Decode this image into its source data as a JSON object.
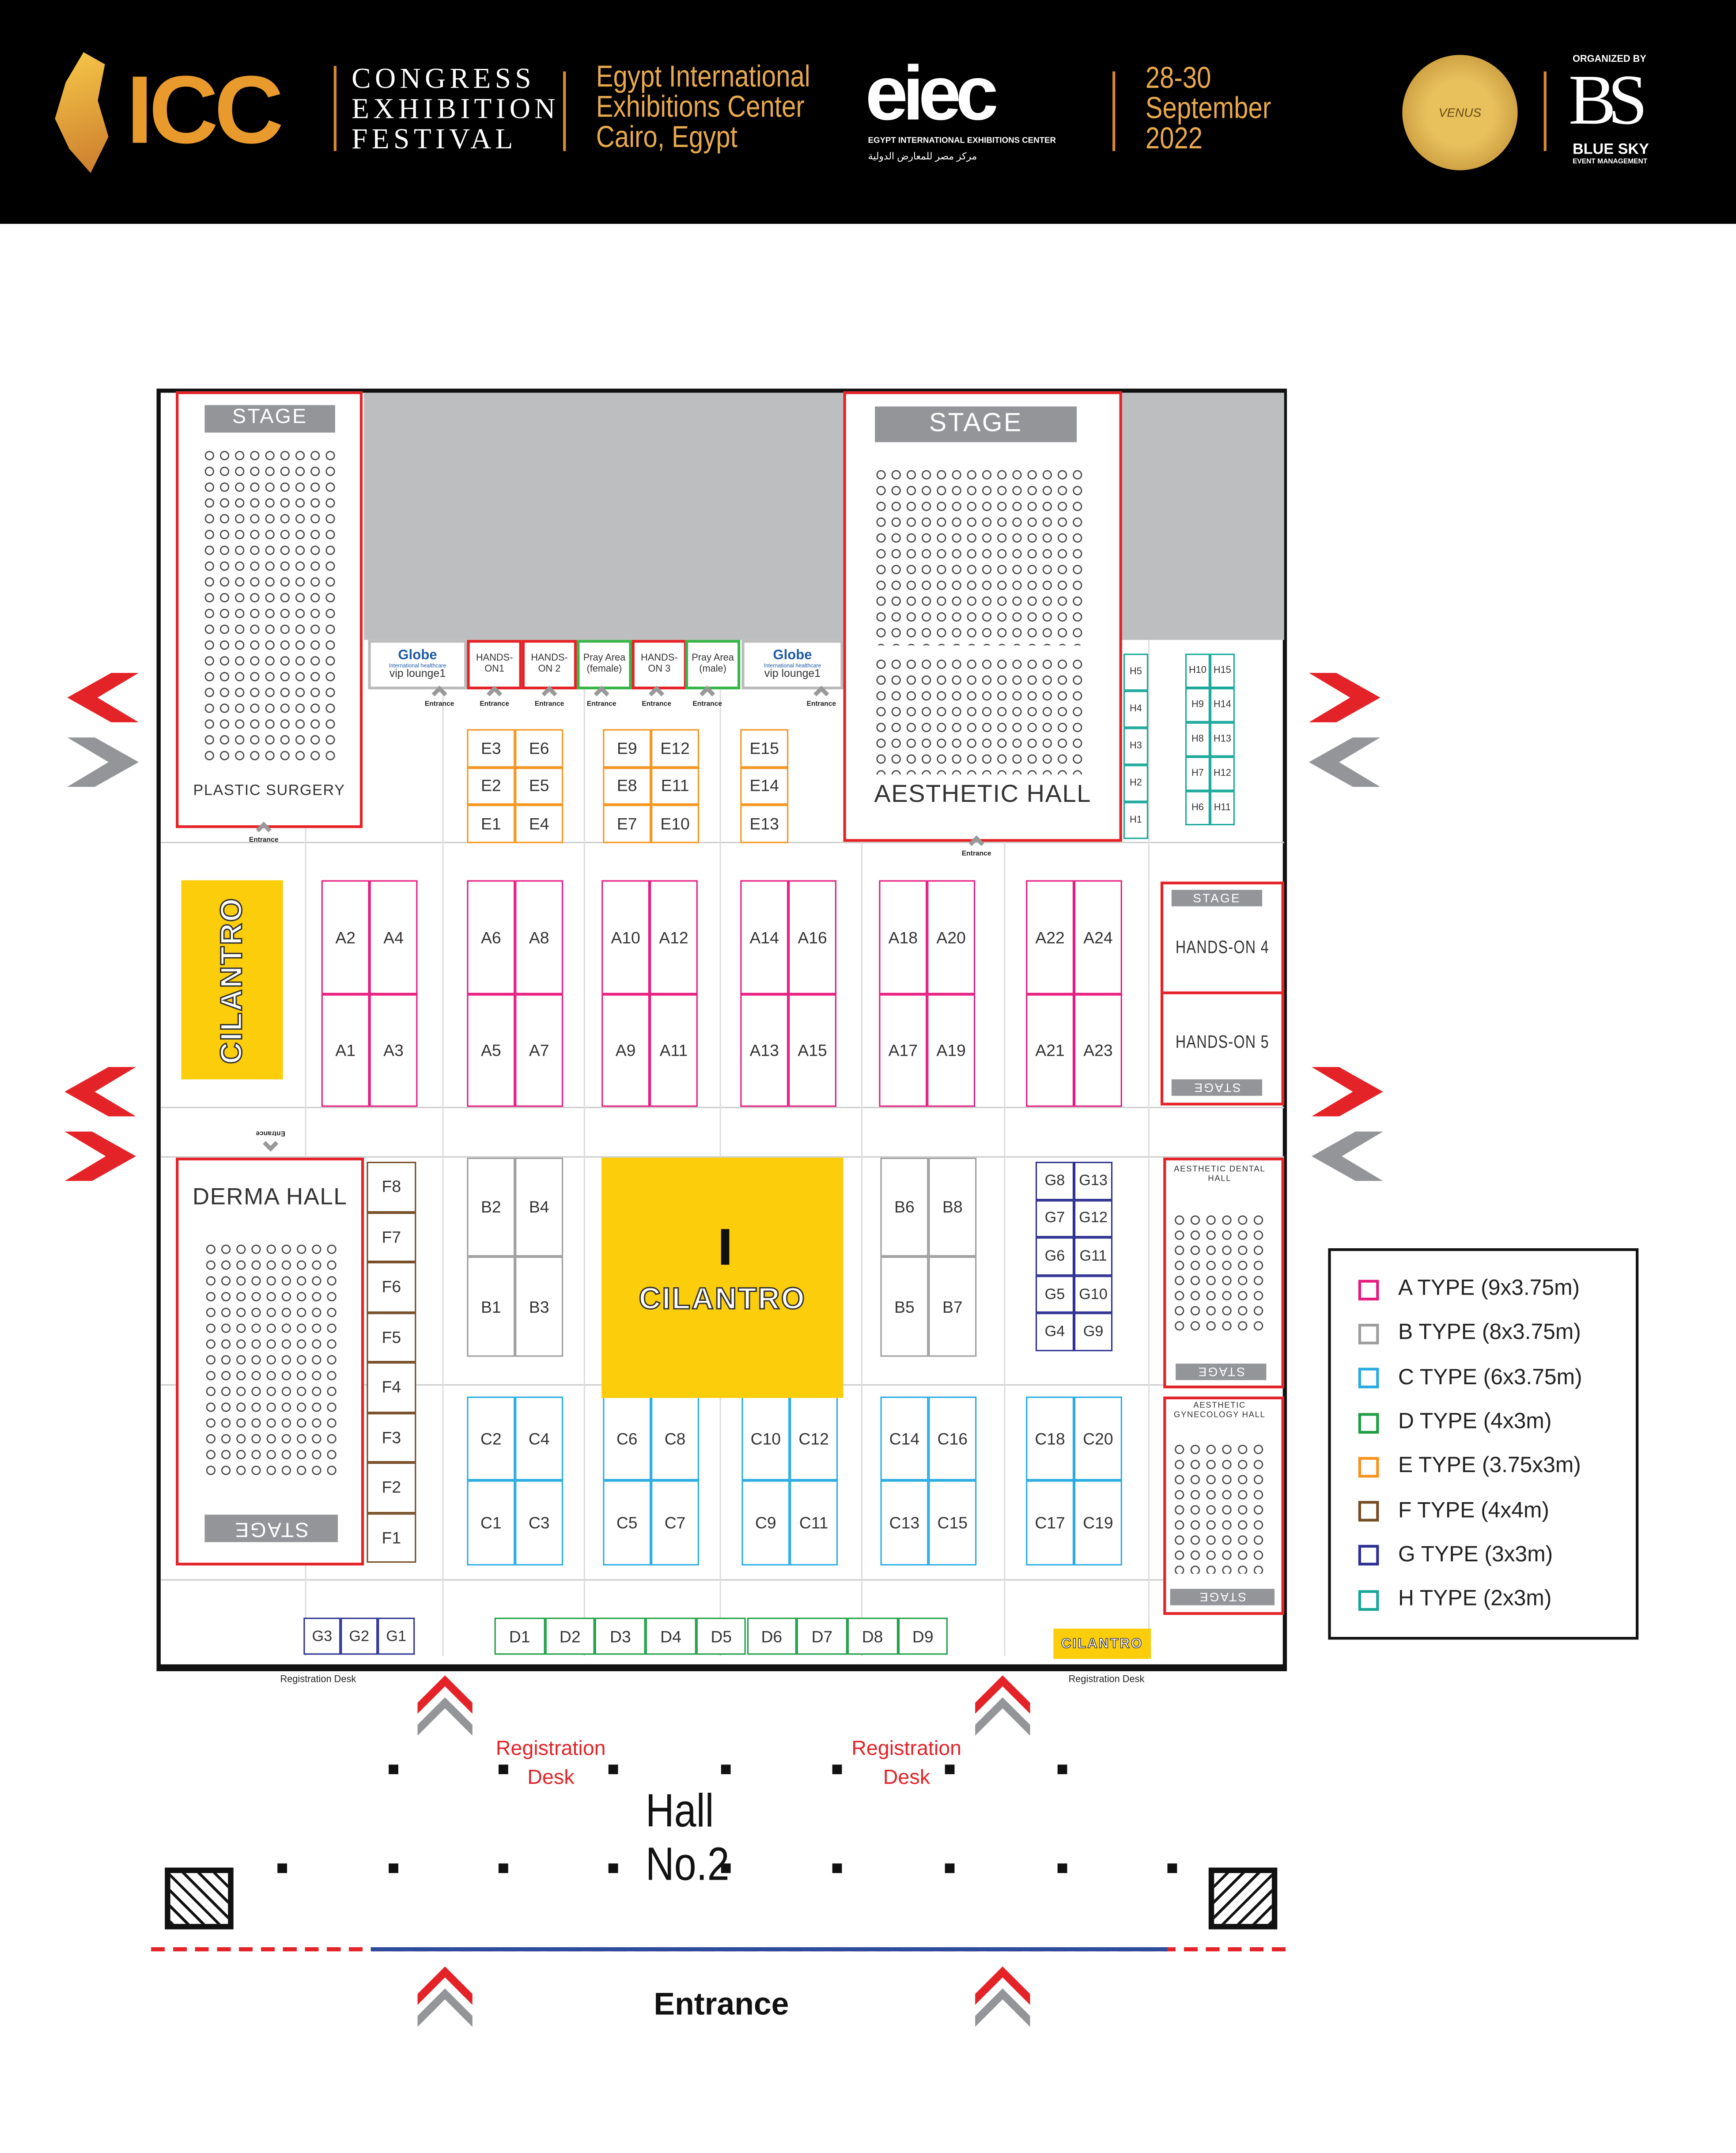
{
  "header": {
    "logo_title": "ICC",
    "logo_lines": [
      "CONGRESS",
      "EXHIBITION",
      "FESTIVAL"
    ],
    "venue": [
      "Egypt International",
      "Exhibitions Center",
      "Cairo, Egypt"
    ],
    "eiec": "eiec",
    "eiec_sub": "EGYPT INTERNATIONAL EXHIBITIONS CENTER",
    "eiec_arabic": "مركز مصر للمعارض الدولية",
    "dates": [
      "28-30",
      "September",
      "2022"
    ],
    "seal_text": "VENUS",
    "organized_by": "ORGANIZED BY",
    "bs": "BS",
    "bs_name": "BLUE SKY",
    "bs_sub": "EVENT MANAGEMENT"
  },
  "halls": {
    "stage": "STAGE",
    "plastic_surgery": "PLASTIC SURGERY",
    "aesthetic_hall": "AESTHETIC HALL",
    "derma_hall": "DERMA HALL",
    "hands_on_4": "HANDS-ON 4",
    "hands_on_5": "HANDS-ON 5",
    "aesthetic_dental": "AESTHETIC DENTAL HALL",
    "aesthetic_gynecology": "AESTHETIC GYNECOLOGY HALL",
    "cilantro": "CILANTRO"
  },
  "rooms": {
    "globe": "Globe",
    "globe_sub": "International healthcare",
    "vip_lounge": "vip lounge1",
    "hands_on_1": "HANDS-ON1",
    "hands_on_2": "HANDS-ON 2",
    "hands_on_3": "HANDS-ON 3",
    "pray_female": "Pray Area (female)",
    "pray_male": "Pray Area (male)"
  },
  "labels": {
    "entrance": "Entrance",
    "registration_desk": "Registration Desk",
    "registration": "Registration",
    "desk": "Desk",
    "hall_no": "Hall No.2",
    "main_entrance": "Entrance"
  },
  "booths": {
    "A": [
      "A1",
      "A2",
      "A3",
      "A4",
      "A5",
      "A6",
      "A7",
      "A8",
      "A9",
      "A10",
      "A11",
      "A12",
      "A13",
      "A14",
      "A15",
      "A16",
      "A17",
      "A18",
      "A19",
      "A20",
      "A21",
      "A22",
      "A23",
      "A24"
    ],
    "B": [
      "B1",
      "B2",
      "B3",
      "B4",
      "B5",
      "B6",
      "B7",
      "B8"
    ],
    "C": [
      "C1",
      "C2",
      "C3",
      "C4",
      "C5",
      "C6",
      "C7",
      "C8",
      "C9",
      "C10",
      "C11",
      "C12",
      "C13",
      "C14",
      "C15",
      "C16",
      "C17",
      "C18",
      "C19",
      "C20"
    ],
    "D": [
      "D1",
      "D2",
      "D3",
      "D4",
      "D5",
      "D6",
      "D7",
      "D8",
      "D9"
    ],
    "E": [
      "E1",
      "E2",
      "E3",
      "E4",
      "E5",
      "E6",
      "E7",
      "E8",
      "E9",
      "E10",
      "E11",
      "E12",
      "E13",
      "E14",
      "E15"
    ],
    "F": [
      "F1",
      "F2",
      "F3",
      "F4",
      "F5",
      "F6",
      "F7",
      "F8"
    ],
    "G": [
      "G1",
      "G2",
      "G3",
      "G4",
      "G5",
      "G6",
      "G7",
      "G8",
      "G9",
      "G10",
      "G11",
      "G12",
      "G13"
    ],
    "H": [
      "H1",
      "H2",
      "H3",
      "H4",
      "H5",
      "H6",
      "H7",
      "H8",
      "H9",
      "H10",
      "H11",
      "H12",
      "H13",
      "H14",
      "H15"
    ]
  },
  "colors": {
    "A": "#e6197f",
    "B": "#9d9d9d",
    "C": "#29abe2",
    "D": "#1e9e47",
    "E": "#f7931e",
    "F": "#754c24",
    "G": "#2e3192",
    "H": "#17a79a",
    "hall_border": "#e42328",
    "cilantro": "#fccd0b"
  },
  "legend": [
    {
      "label": "A TYPE (9x3.75m)",
      "color": "#e6197f"
    },
    {
      "label": "B TYPE (8x3.75m)",
      "color": "#9d9d9d"
    },
    {
      "label": "C TYPE (6x3.75m)",
      "color": "#29abe2"
    },
    {
      "label": "D TYPE (4x3m)",
      "color": "#1e9e47"
    },
    {
      "label": "E TYPE (3.75x3m)",
      "color": "#f7931e"
    },
    {
      "label": "F TYPE (4x4m)",
      "color": "#754c24"
    },
    {
      "label": "G TYPE (3x3m)",
      "color": "#2e3192"
    },
    {
      "label": "H TYPE (2x3m)",
      "color": "#17a79a"
    }
  ]
}
